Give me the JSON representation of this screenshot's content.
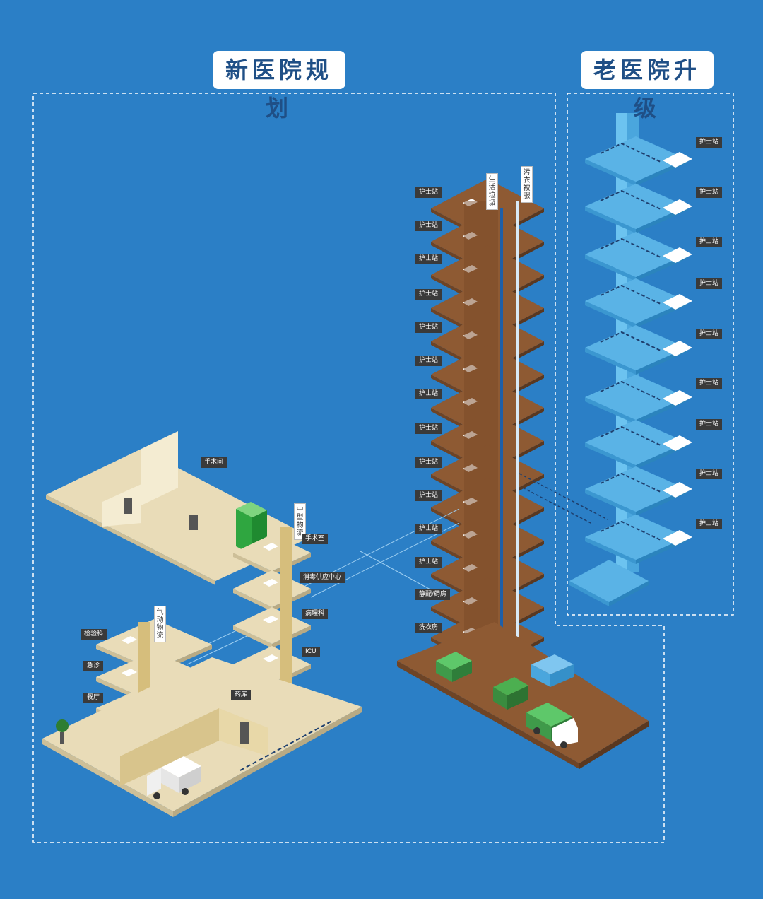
{
  "titles": {
    "new_hospital": "新医院规划",
    "old_hospital": "老医院升级"
  },
  "tower_labels": [
    "护士站",
    "护士站",
    "护士站",
    "护士站",
    "护士站",
    "护士站",
    "护士站",
    "护士站",
    "护士站",
    "护士站",
    "护士站",
    "护士站",
    "静配/药房",
    "洗衣房"
  ],
  "tower_top_labels": {
    "domestic_waste": "生活垃圾",
    "dirty_linen": "污衣被服"
  },
  "old_labels": [
    "护士站",
    "护士站",
    "护士站",
    "护士站",
    "护士站",
    "护士站",
    "护士站",
    "护士站",
    "护士站"
  ],
  "left_labels": {
    "operating_room_a": "手术间",
    "medium_logistics": "中型物流",
    "operating_room_b": "手术室",
    "disinfection_center": "消毒供应中心",
    "pathology": "病理科",
    "icu": "ICU",
    "pharmacy_store": "药库",
    "pneumatic_logistics": "气动物流",
    "lab": "检验科",
    "emergency": "急诊",
    "canteen": "餐厅"
  },
  "colors": {
    "background": "#2b7fc6",
    "tower_floor": "#8e5a33",
    "old_floor": "#5ab3e6",
    "building_floor": "#e9dcb8",
    "label_bg": "#3a3a3a",
    "waste_green": "#4caf50"
  }
}
